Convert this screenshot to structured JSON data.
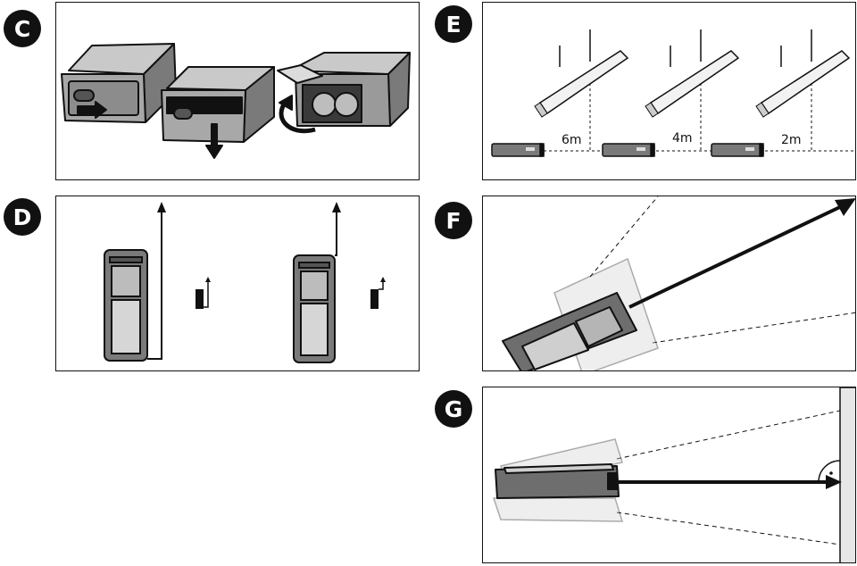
{
  "panels": {
    "c": {
      "label": "C"
    },
    "d": {
      "label": "D"
    },
    "e": {
      "label": "E",
      "distances": [
        "6m",
        "4m",
        "2m"
      ]
    },
    "f": {
      "label": "F"
    },
    "g": {
      "label": "G"
    }
  },
  "colors": {
    "outline": "#111111",
    "body_dark": "#6e6e6e",
    "body_mid": "#9a9a9a",
    "body_light": "#d2d2d2",
    "lamp": "#f2f2f2"
  }
}
